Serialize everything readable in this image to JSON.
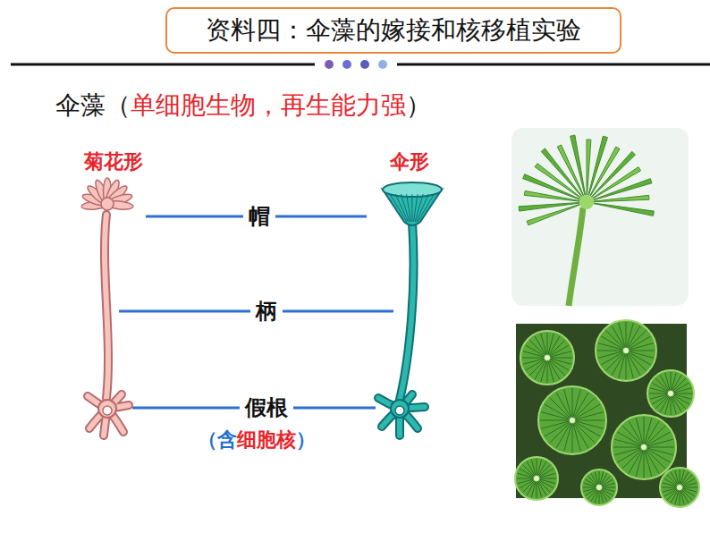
{
  "diagram": {
    "title": "资料四：伞藻的嫁接和核移植实验",
    "labels": [
      "伞藻（",
      "单细胞生物，再生能力强",
      "）",
      "菊花形",
      "伞形",
      "帽",
      "柄",
      "假根",
      "（含",
      "细胞核",
      "）"
    ]
  }
}
